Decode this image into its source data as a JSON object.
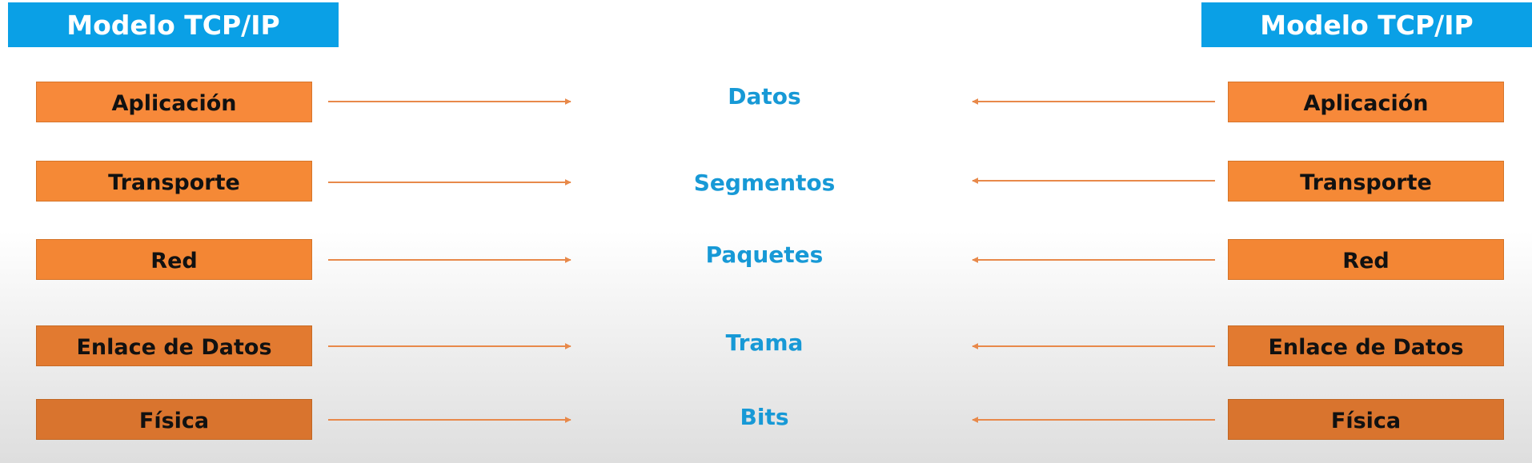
{
  "diagram": {
    "left_header": "Modelo TCP/IP",
    "right_header": "Modelo TCP/IP",
    "layers": [
      {
        "name": "Aplicación",
        "pdu": "Datos"
      },
      {
        "name": "Transporte",
        "pdu": "Segmentos"
      },
      {
        "name": "Red",
        "pdu": "Paquetes"
      },
      {
        "name": "Enlace de Datos",
        "pdu": "Trama"
      },
      {
        "name": "Física",
        "pdu": "Bits"
      }
    ]
  },
  "colors": {
    "header_blue": "#0aa0e6",
    "layer_orange": "#f7893a",
    "arrow_orange": "#e8894a",
    "pdu_blue": "#1799d6"
  }
}
